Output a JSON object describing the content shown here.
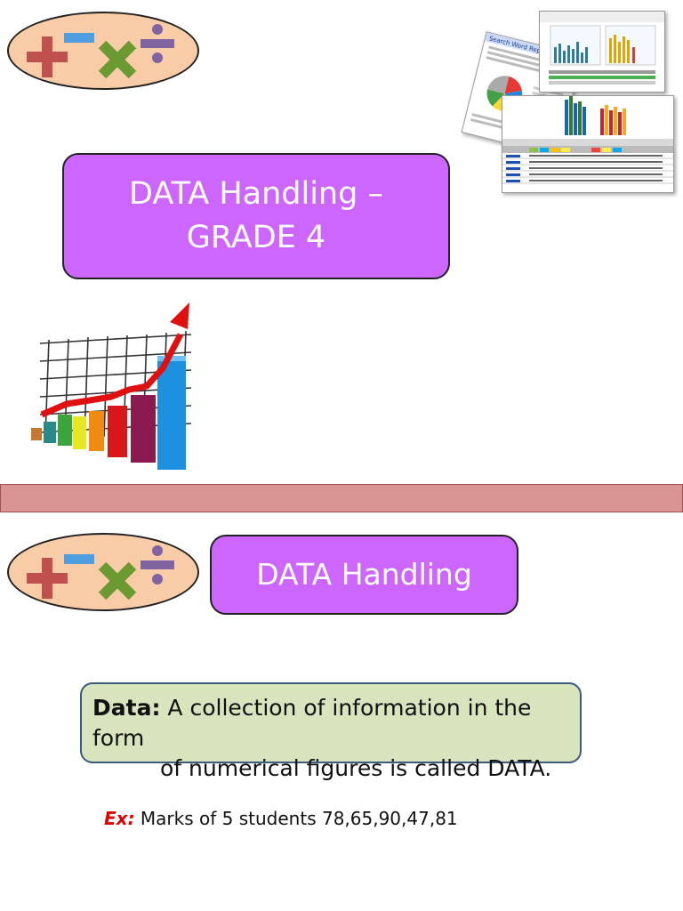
{
  "slide1": {
    "title": "DATA Handling – GRADE 4",
    "title_line1": "DATA Handling –",
    "title_line2": "GRADE 4"
  },
  "slide2": {
    "title": "DATA Handling",
    "definition": {
      "term": "Data:",
      "text_line1": "A collection of information in the form",
      "text_line2": "of numerical figures is called DATA."
    },
    "example": {
      "label": "Ex:",
      "text": "Marks of 5 students  78,65,90,47,81"
    }
  },
  "icons": [
    "plus-icon",
    "minus-icon",
    "times-icon",
    "divide-icon",
    "growth-chart-icon",
    "search-report-image"
  ],
  "colors": {
    "title_box": "#cc66ff",
    "oval": "#f8cca6",
    "divider": "#d99594",
    "definition_box": "#d7e4bd",
    "example_label": "#e00000"
  }
}
